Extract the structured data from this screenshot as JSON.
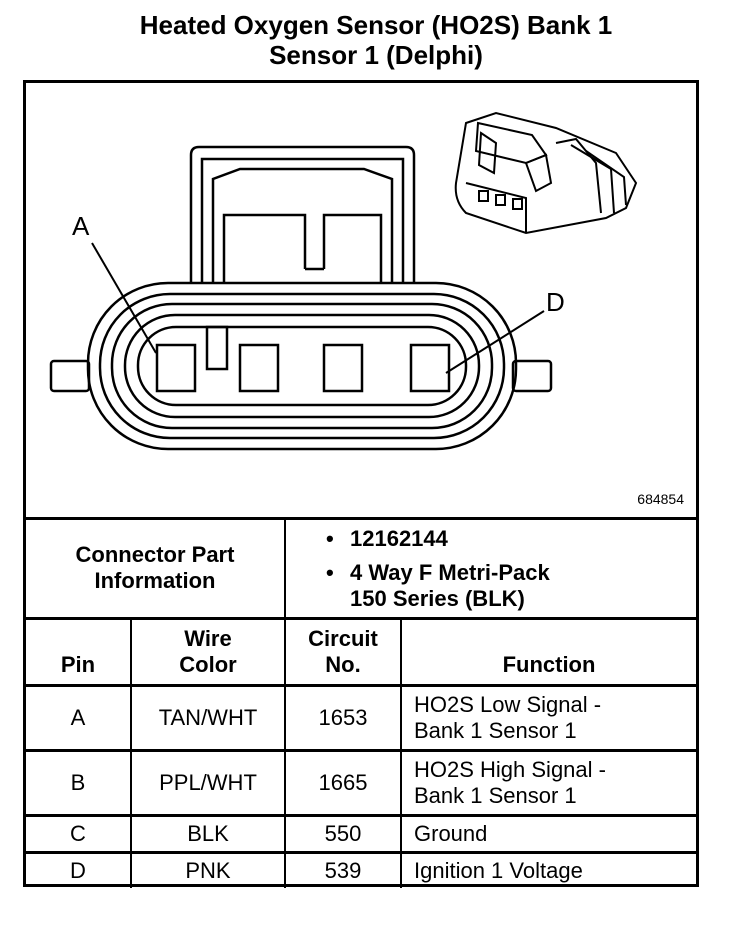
{
  "title": {
    "line1": "Heated Oxygen Sensor (HO2S) Bank 1",
    "line2": "Sensor 1 (Delphi)"
  },
  "diagram": {
    "pin_labels": [
      "A",
      "D"
    ],
    "image_id": "684854"
  },
  "connector_info": {
    "label": "Connector Part Information",
    "part_number": "12162144",
    "description_line1": "4 Way F Metri-Pack",
    "description_line2": "150 Series (BLK)",
    "bullet": "•"
  },
  "table": {
    "headers": {
      "pin": "Pin",
      "wire_color_1": "Wire",
      "wire_color_2": "Color",
      "circuit_1": "Circuit",
      "circuit_2": "No.",
      "function": "Function"
    },
    "rows": [
      {
        "pin": "A",
        "wire": "TAN/WHT",
        "circuit": "1653",
        "function_1": "HO2S Low Signal -",
        "function_2": "Bank 1 Sensor 1"
      },
      {
        "pin": "B",
        "wire": "PPL/WHT",
        "circuit": "1665",
        "function_1": "HO2S High Signal -",
        "function_2": "Bank 1 Sensor 1"
      },
      {
        "pin": "C",
        "wire": "BLK",
        "circuit": "550",
        "function_1": "Ground",
        "function_2": ""
      },
      {
        "pin": "D",
        "wire": "PNK",
        "circuit": "539",
        "function_1": "Ignition 1 Voltage",
        "function_2": ""
      }
    ]
  }
}
